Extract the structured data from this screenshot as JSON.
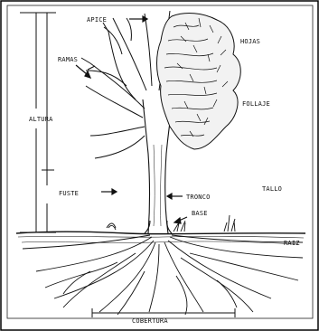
{
  "diagram": {
    "labels": {
      "apice": "APICE",
      "hojas": "HOJAS",
      "ramas": "RAMAS",
      "follaje": "FOLLAJE",
      "altura": "ALTURA",
      "fuste": "FUSTE",
      "tronco": "TRONCO",
      "tallo": "TALLO",
      "base": "BASE",
      "raiz": "RAIZ",
      "cobertura": "COBERTURA"
    }
  }
}
